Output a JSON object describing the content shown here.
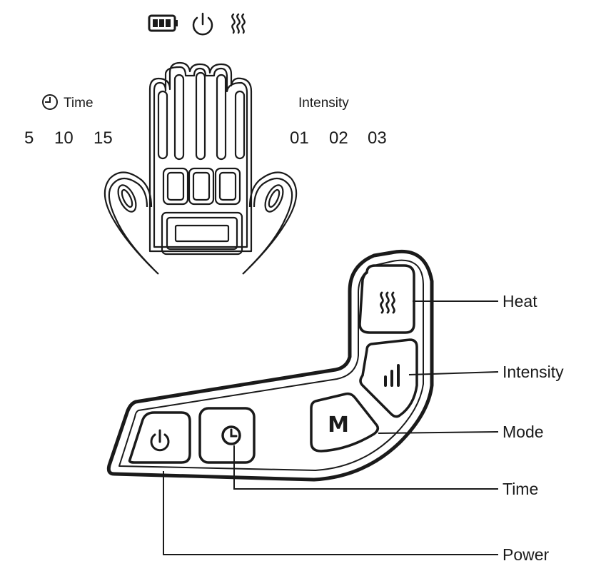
{
  "display": {
    "status_icons": [
      "battery-icon",
      "power-icon",
      "heat-icon"
    ],
    "time_section": {
      "icon": "clock-icon",
      "label": "Time",
      "values": [
        "5",
        "10",
        "15"
      ]
    },
    "intensity_section": {
      "label": "Intensity",
      "values": [
        "01",
        "02",
        "03"
      ]
    },
    "pad_icon": "hand-heating-pad-icon"
  },
  "controller": {
    "buttons": [
      {
        "id": "power",
        "icon": "power-icon",
        "text": ""
      },
      {
        "id": "time",
        "icon": "clock-icon",
        "text": ""
      },
      {
        "id": "mode",
        "icon": "",
        "text": "M"
      },
      {
        "id": "intensity",
        "icon": "signal-bars-icon",
        "text": ""
      },
      {
        "id": "heat",
        "icon": "heat-icon",
        "text": ""
      }
    ]
  },
  "callouts": {
    "heat": "Heat",
    "intensity": "Intensity",
    "mode": "Mode",
    "time": "Time",
    "power": "Power"
  },
  "colors": {
    "line": "#1a1a1a",
    "background": "#ffffff"
  }
}
